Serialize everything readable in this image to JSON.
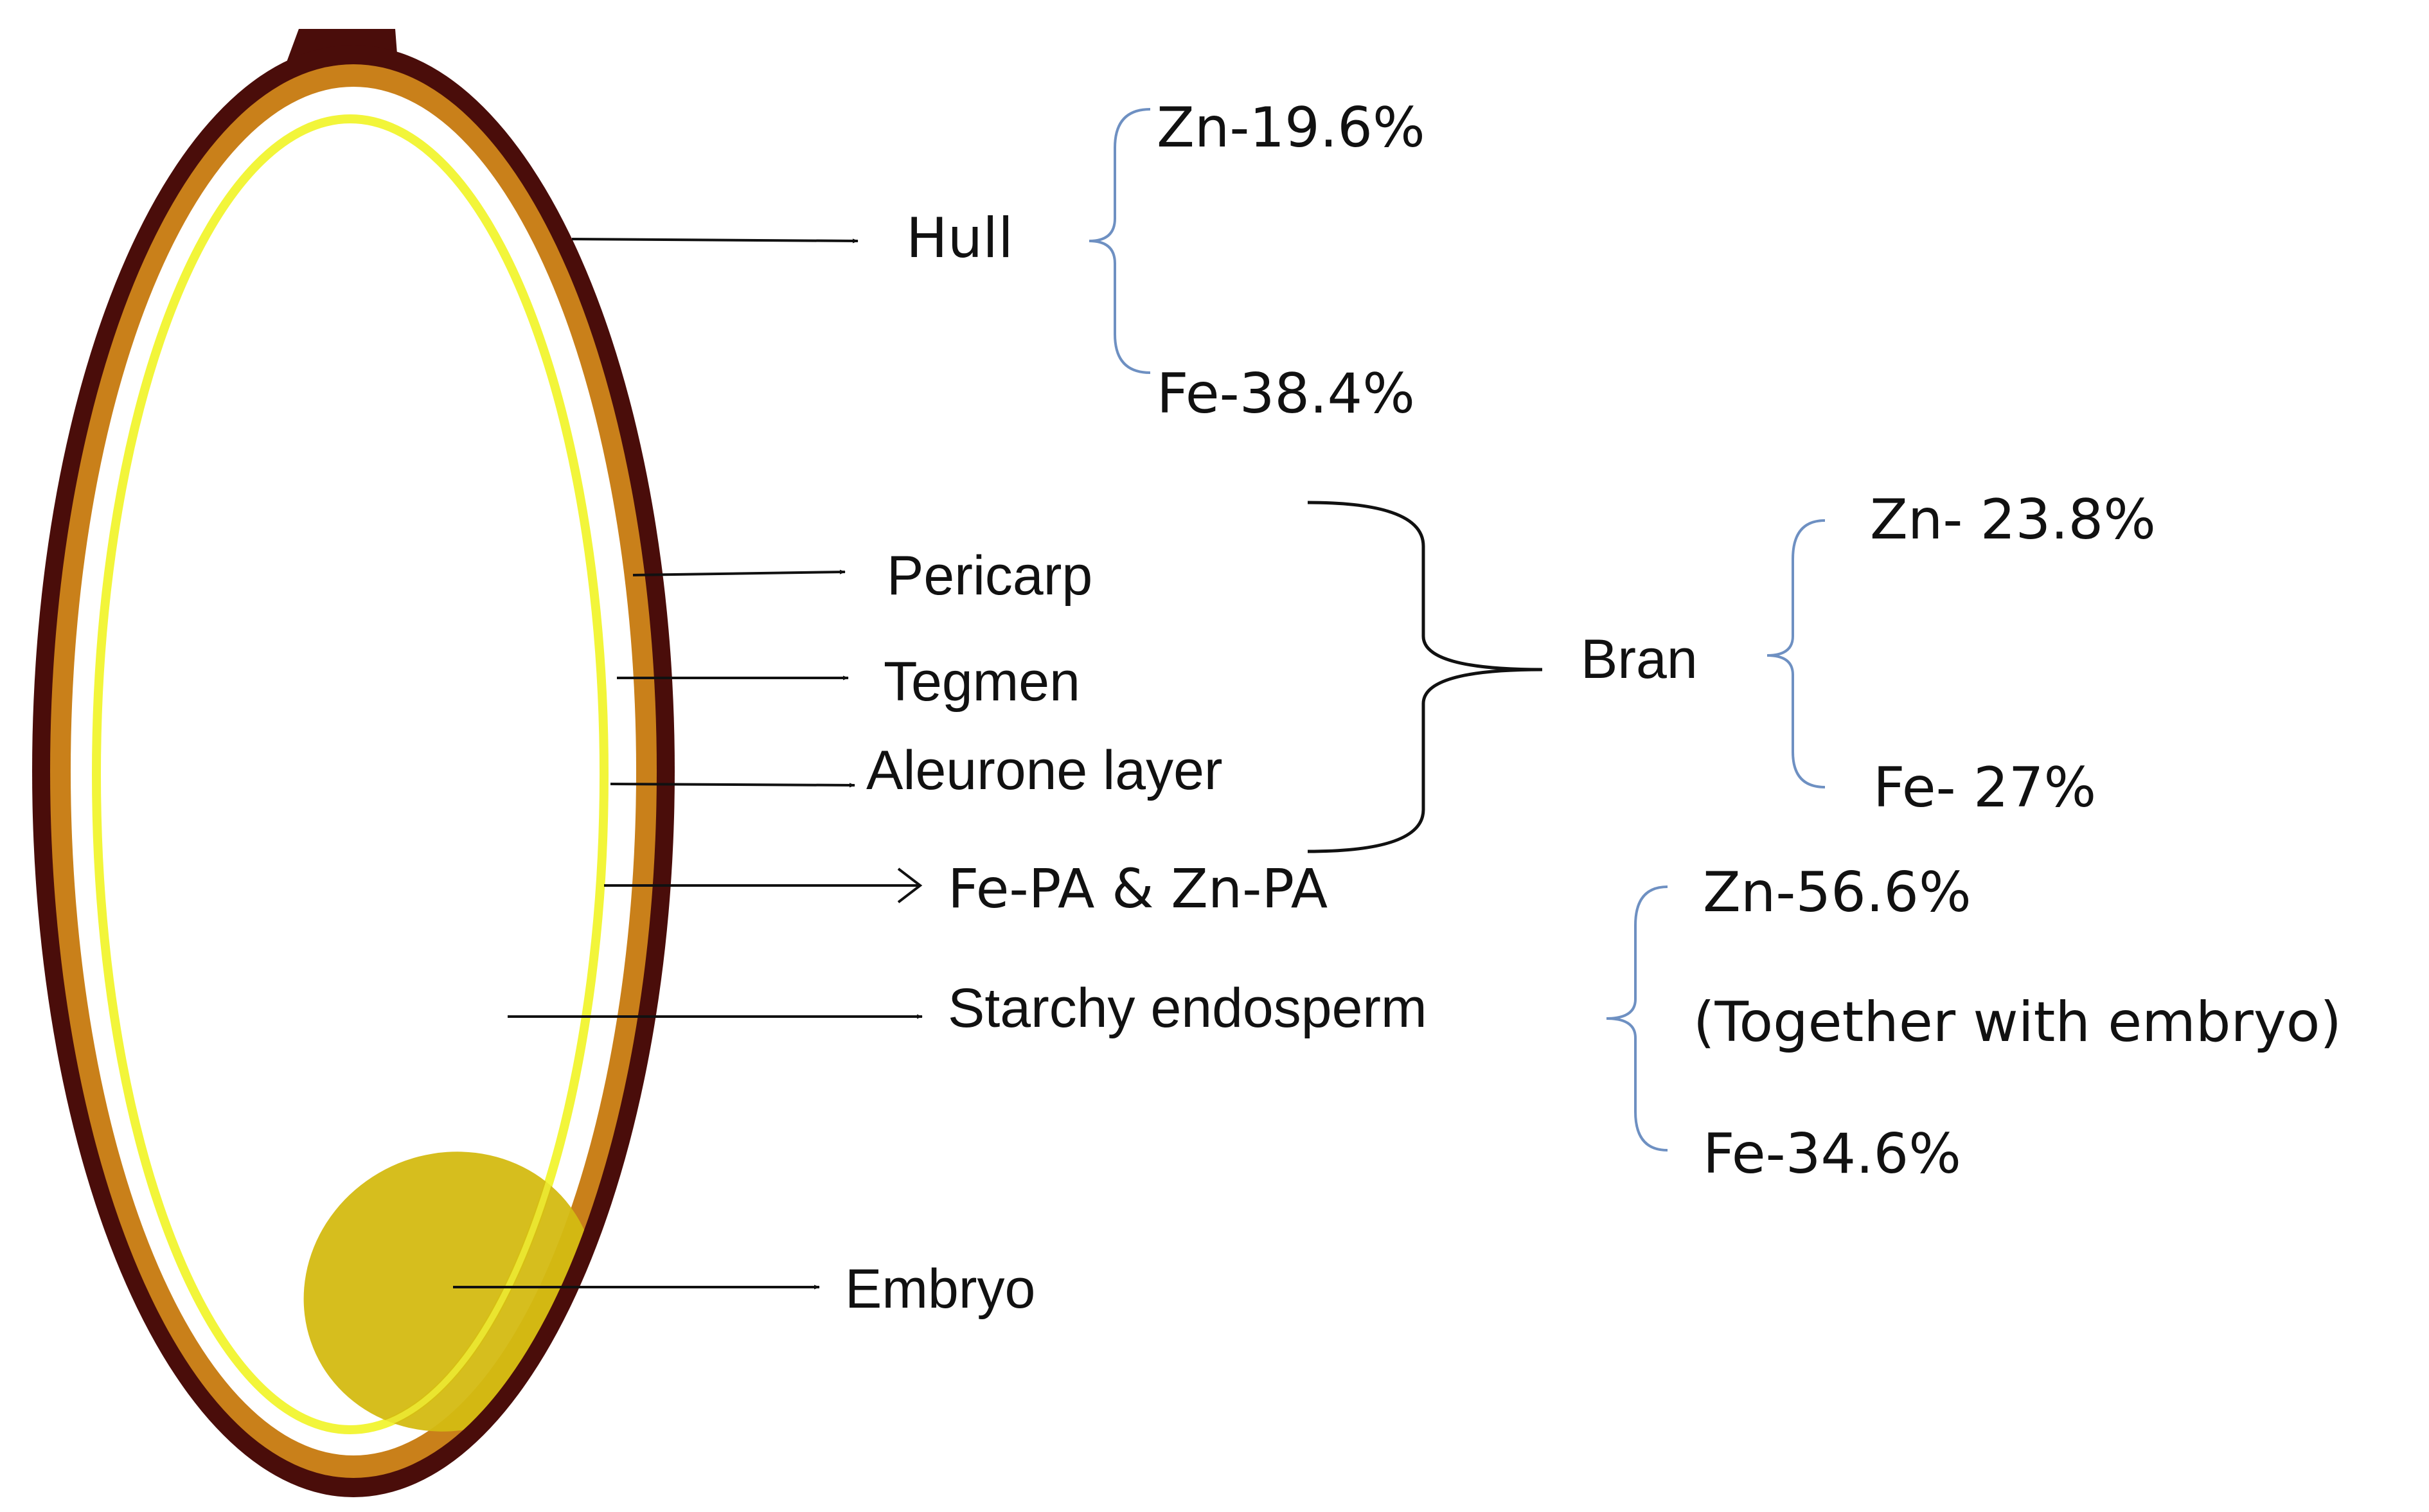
{
  "labels": {
    "hull": "Hull",
    "pericarp": "Pericarp",
    "tegmen": "Tegmen",
    "aleurone": "Aleurone layer",
    "fepa_znpa": "Fe-PA & Zn-PA",
    "starchy_endosperm": "Starchy endosperm",
    "embryo": "Embryo",
    "bran": "Bran"
  },
  "values": {
    "hull_zn": "Zn-19.6%",
    "hull_fe": "Fe-38.4%",
    "bran_zn": "Zn- 23.8%",
    "bran_fe": "Fe- 27%",
    "endo_zn": "Zn-56.6%",
    "endo_note": "(Together with embryo)",
    "endo_fe": "Fe-34.6%"
  },
  "colors": {
    "hull_outer": "#4a0d0a",
    "hull_inner": "#c9801a",
    "bran_ring": "#f2f53a",
    "embryo": "#d4bb12",
    "brace_blue": "#6e90c2",
    "arrow": "#111111"
  }
}
